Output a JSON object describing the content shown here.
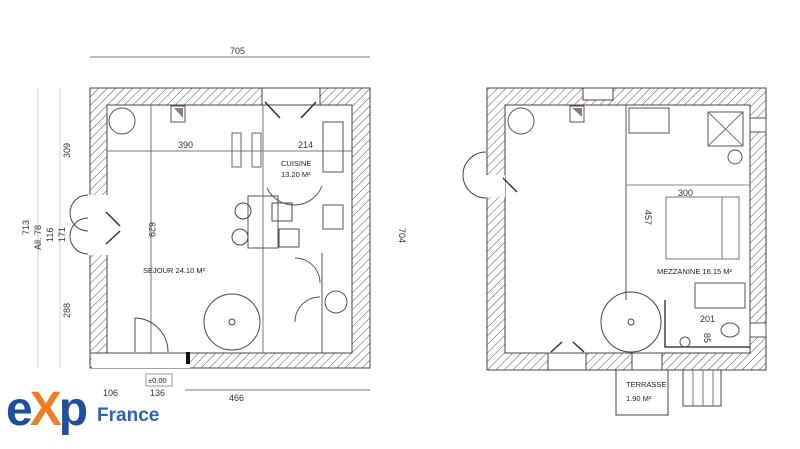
{
  "ground_floor": {
    "width_dim": "705",
    "height_dim_right": "704",
    "height_dim_left": "713",
    "dim_upper": "309",
    "dim_lower": "288",
    "opening_dims": [
      "All. 78",
      "116",
      "171"
    ],
    "dim_390": "390",
    "dim_214": "214",
    "dim_629": "629",
    "kitchen_name": "CUISINE",
    "kitchen_area": "13.20 M²",
    "living_label": "SEJOUR 24.10 M²",
    "level": "±0.00",
    "bottom_dims": [
      "106",
      "136",
      "466"
    ]
  },
  "upper_floor": {
    "dim_300": "300",
    "dim_457": "457",
    "mezzanine_label": "MEZZANINE 16.15 M²",
    "dim_201": "201",
    "dim_85": "85",
    "terrace_name": "TERRASSE",
    "terrace_area": "1.90 M²"
  },
  "logo": {
    "e": "e",
    "x": "X",
    "p": "p",
    "text": "France",
    "brand_blue": "#1f4e9c",
    "brand_orange": "#f07d22"
  }
}
